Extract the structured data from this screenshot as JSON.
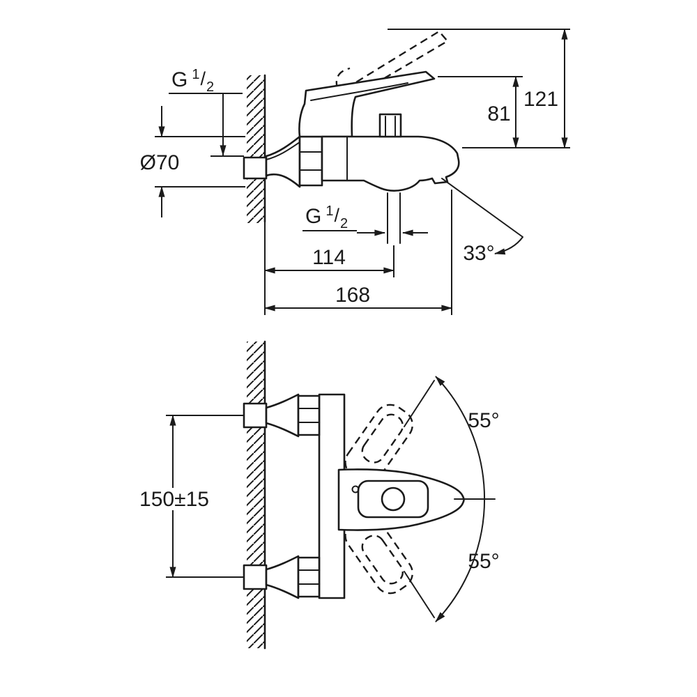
{
  "page": {
    "background": "#ffffff",
    "line_color": "#1b1b1b"
  },
  "side_view": {
    "thread_wall": {
      "prefix": "G",
      "numerator": "1",
      "slash": "/",
      "denominator": "2"
    },
    "escutcheon_diameter": "Ø70",
    "height_to_raised_lever": "121",
    "height_to_lever": "81",
    "thread_hose": {
      "prefix": "G",
      "numerator": "1",
      "slash": "/",
      "denominator": "2"
    },
    "depth_to_hose_center": "114",
    "spout_angle": "33°",
    "overall_depth": "168"
  },
  "plan_view": {
    "inlet_distance": "150±15",
    "lever_swing_upper": "55°",
    "lever_swing_lower": "55°"
  }
}
